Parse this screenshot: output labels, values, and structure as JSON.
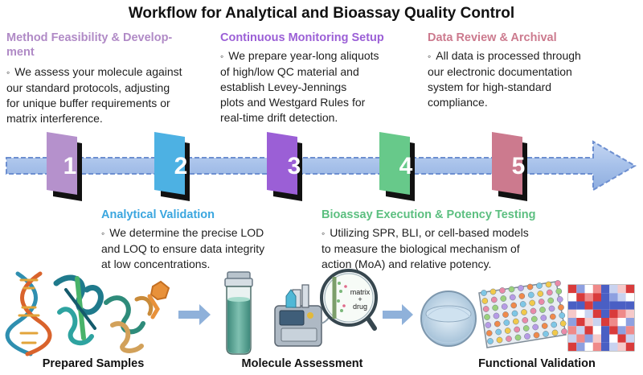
{
  "title": "Workflow for Analytical and Bioassay Quality Control",
  "steps": [
    {
      "number": "1",
      "title_line1": "Method Feasibility & Develop-",
      "title_line2": "ment",
      "lines": [
        "We assess your molecule against",
        "our standard protocols, adjusting",
        "for unique buffer requirements or",
        "matrix interference."
      ],
      "color": "#b591cc"
    },
    {
      "number": "2",
      "title_line1": "Analytical Validation",
      "title_line2": "",
      "lines": [
        "We determine the precise LOD",
        "and LOQ to ensure data integrity",
        "at low concentrations."
      ],
      "color": "#4db1e3"
    },
    {
      "number": "3",
      "title_line1": "Continuous Monitoring Setup",
      "title_line2": "",
      "lines": [
        "We prepare year-long aliquots",
        "of high/low QC material and",
        "establish Levey-Jennings",
        "plots and Westgard Rules for",
        "real-time drift detection."
      ],
      "color": "#9b5fd6"
    },
    {
      "number": "4",
      "title_line1": "Bioassay Execution & Potency Testing",
      "title_line2": "",
      "lines": [
        "Utilizing SPR, BLI, or cell-based models",
        "to measure the biological mechanism of",
        "action (MoA) and relative potency."
      ],
      "color": "#67c98a"
    },
    {
      "number": "5",
      "title_line1": "Data Review & Archival",
      "title_line2": "",
      "lines": [
        "All data is processed through",
        "our electronic documentation",
        "system for high-standard",
        "compliance."
      ],
      "color": "#cc7a8e"
    }
  ],
  "bullet": "◦",
  "captions": {
    "left": "Prepared Samples",
    "middle": "Molecule Assessment",
    "right": "Functional Validation"
  },
  "magnifier_label": {
    "line1": "matrix",
    "line2": "+",
    "line3": "drug"
  },
  "colors": {
    "arrow_fill": "#a9c3ec",
    "arrow_stroke": "#6d8fd0",
    "bottom_arrow": "#8fb1da"
  }
}
